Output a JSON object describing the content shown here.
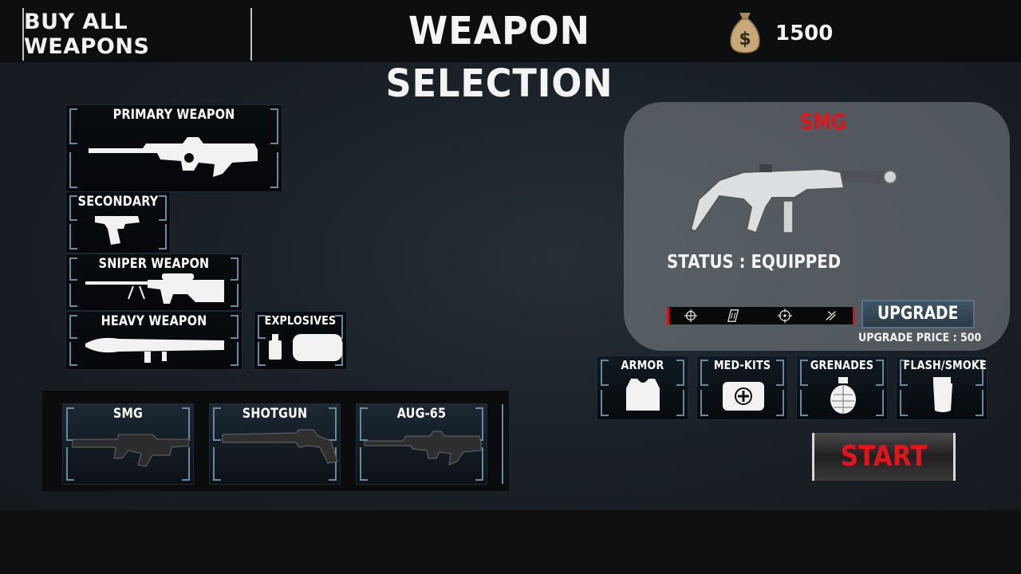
{
  "header": {
    "buy_all_label": "BUY ALL WEAPONS",
    "title": "WEAPON SELECTION",
    "money": "1500",
    "money_icon": "money-bag-icon"
  },
  "categories": {
    "primary": "PRIMARY WEAPON",
    "secondary": "SECONDARY",
    "sniper": "SNIPER WEAPON",
    "heavy": "HEAVY WEAPON",
    "explosives": "EXPLOSIVES"
  },
  "weapons": [
    {
      "label": "SMG",
      "icon": "smg-icon"
    },
    {
      "label": "SHOTGUN",
      "icon": "shotgun-icon"
    },
    {
      "label": "AUG-65",
      "icon": "assault-rifle-icon"
    }
  ],
  "preview": {
    "name": "SMG",
    "status": "STATUS : EQUIPPED",
    "upgrade_label": "UPGRADE",
    "upgrade_price": "UPGRADE PRICE : 500",
    "stat_icons": [
      "crosshair-icon",
      "magazine-icon",
      "target-icon",
      "recoil-icon"
    ]
  },
  "items": [
    {
      "label": "ARMOR",
      "icon": "armor-vest-icon"
    },
    {
      "label": "MED-KITS",
      "icon": "medkit-icon"
    },
    {
      "label": "GRENADES",
      "icon": "grenade-icon"
    },
    {
      "label": "FLASH/SMOKE",
      "icon": "flash-grenade-icon"
    }
  ],
  "start_label": "START",
  "colors": {
    "accent_red": "#e1141b",
    "tile_border": "#6a88a0",
    "upgrade_blue": "#34495a"
  }
}
